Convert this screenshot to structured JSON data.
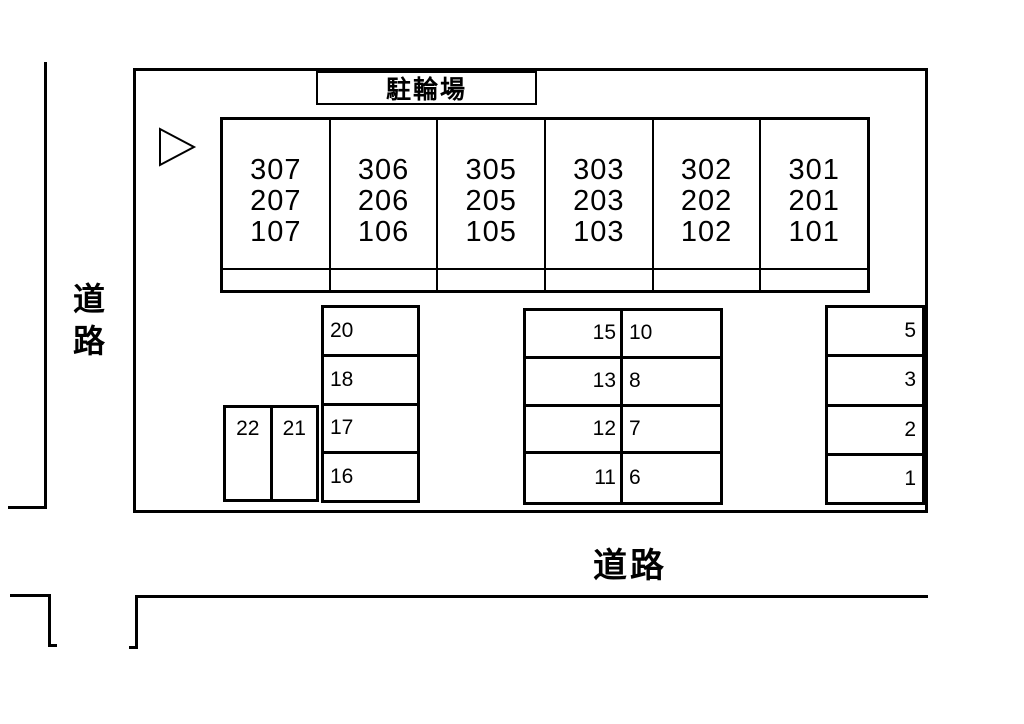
{
  "labels": {
    "bicycle_parking": "駐輪場",
    "road_left": "道路",
    "road_bottom": "道路"
  },
  "building": {
    "units": [
      {
        "lines": [
          "307",
          "207",
          "107"
        ]
      },
      {
        "lines": [
          "306",
          "206",
          "106"
        ]
      },
      {
        "lines": [
          "305",
          "205",
          "105"
        ]
      },
      {
        "lines": [
          "303",
          "203",
          "103"
        ]
      },
      {
        "lines": [
          "302",
          "202",
          "102"
        ]
      },
      {
        "lines": [
          "301",
          "201",
          "101"
        ]
      }
    ]
  },
  "parking": {
    "left_stack": [
      "20",
      "18",
      "17",
      "16"
    ],
    "left_pair": [
      "22",
      "21"
    ],
    "middle_left_column": [
      "15",
      "13",
      "12",
      "11"
    ],
    "middle_right_column": [
      "10",
      "8",
      "7",
      "6"
    ],
    "right_stack": [
      "5",
      "3",
      "2",
      "1"
    ]
  },
  "icons": {
    "triangle": "direction-triangle"
  },
  "colors": {
    "line": "#000000",
    "background": "#ffffff"
  }
}
